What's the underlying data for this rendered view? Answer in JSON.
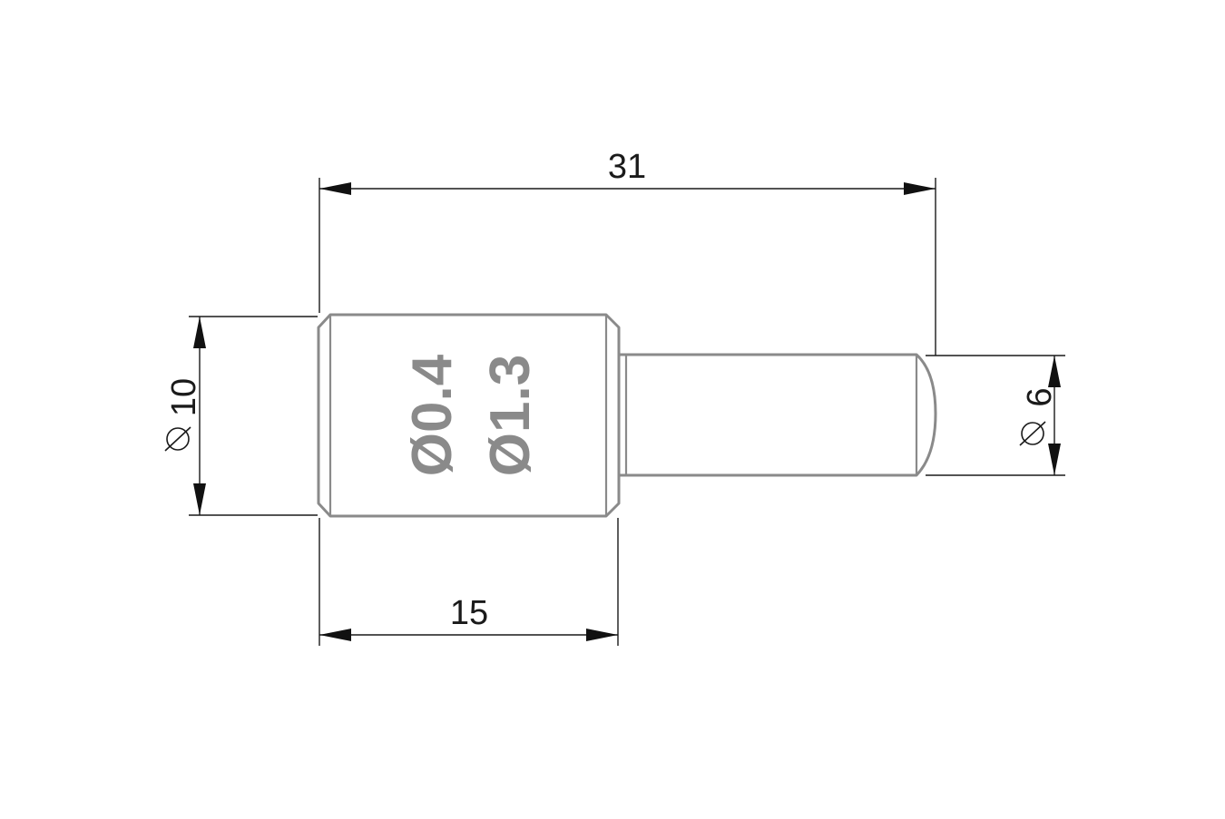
{
  "dimensions": {
    "overall_length": "31",
    "head_length": "15",
    "head_diameter": "10",
    "pin_diameter": "6"
  },
  "engraving": {
    "line1": "Ø0.4",
    "line2": "Ø1.3"
  },
  "colors": {
    "part_outline": "#8a8a8a",
    "dimension_lines": "#1a1a1a",
    "engraving": "#8a8a8a"
  }
}
